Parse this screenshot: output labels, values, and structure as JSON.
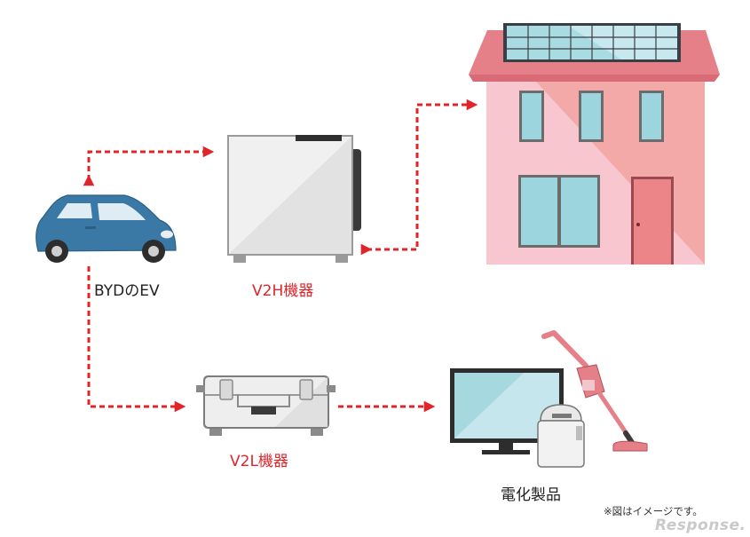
{
  "labels": {
    "ev": "BYDのEV",
    "v2h": "V2H機器",
    "v2l": "V2L機器",
    "appliances": "電化製品",
    "note": "※図はイメージです。"
  },
  "watermark": "Response.",
  "colors": {
    "arrow": "#e0242a",
    "label_red": "#e0242a",
    "car_body": "#3a79a6",
    "house_roof": "#e57f88",
    "house_wall_light": "#f7c6ce",
    "house_wall_dark": "#f2a9a8",
    "window": "#9dd5de",
    "door": "#ec8587",
    "solar_panel": "#a9dbe3",
    "device_gray": "#eeeeee"
  }
}
